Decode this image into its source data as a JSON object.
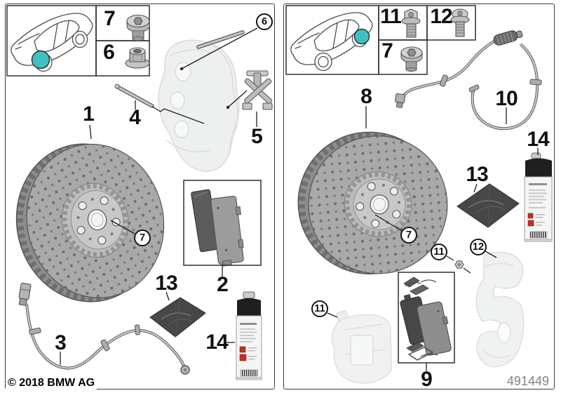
{
  "footer": {
    "copyright": "© 2018 BMW AG",
    "diagram_code": "491449"
  },
  "colors": {
    "wheel_highlight": "#3fc1c1"
  },
  "front_axle": {
    "inset": {
      "screw_plug": {
        "num": "7",
        "icon": "countersunk-screw-plug-icon"
      },
      "flange_nut": {
        "num": "6",
        "icon": "flange-nut-icon"
      }
    },
    "callouts": {
      "brake_disc": "1",
      "brake_pads": "2",
      "wear_sensor": "3",
      "guide_pin": "4",
      "retaining_spring": "5",
      "pad_pin": "6",
      "hub_detail": "7",
      "paste_sachet": "13",
      "brake_cleaner": "14"
    }
  },
  "rear_axle": {
    "inset": {
      "hex_flange_bolt": {
        "num": "11",
        "icon": "hex-flange-bolt-icon"
      },
      "torx_washer_screw": {
        "num": "12",
        "icon": "torx-washer-screw-icon"
      },
      "screw_plug": {
        "num": "7",
        "icon": "countersunk-screw-plug-icon"
      }
    },
    "callouts": {
      "brake_disc": "8",
      "pad_set": "9",
      "wear_sensor": "10",
      "caliper_bolt": "11",
      "carrier_bolt": "12",
      "hub_detail": "7",
      "paste_sachet": "13",
      "brake_cleaner": "14"
    }
  }
}
